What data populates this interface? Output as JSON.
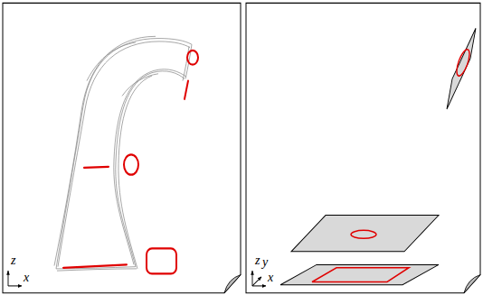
{
  "diagram": {
    "labels": [
      "z",
      "x",
      "z",
      "y",
      "x"
    ]
  }
}
